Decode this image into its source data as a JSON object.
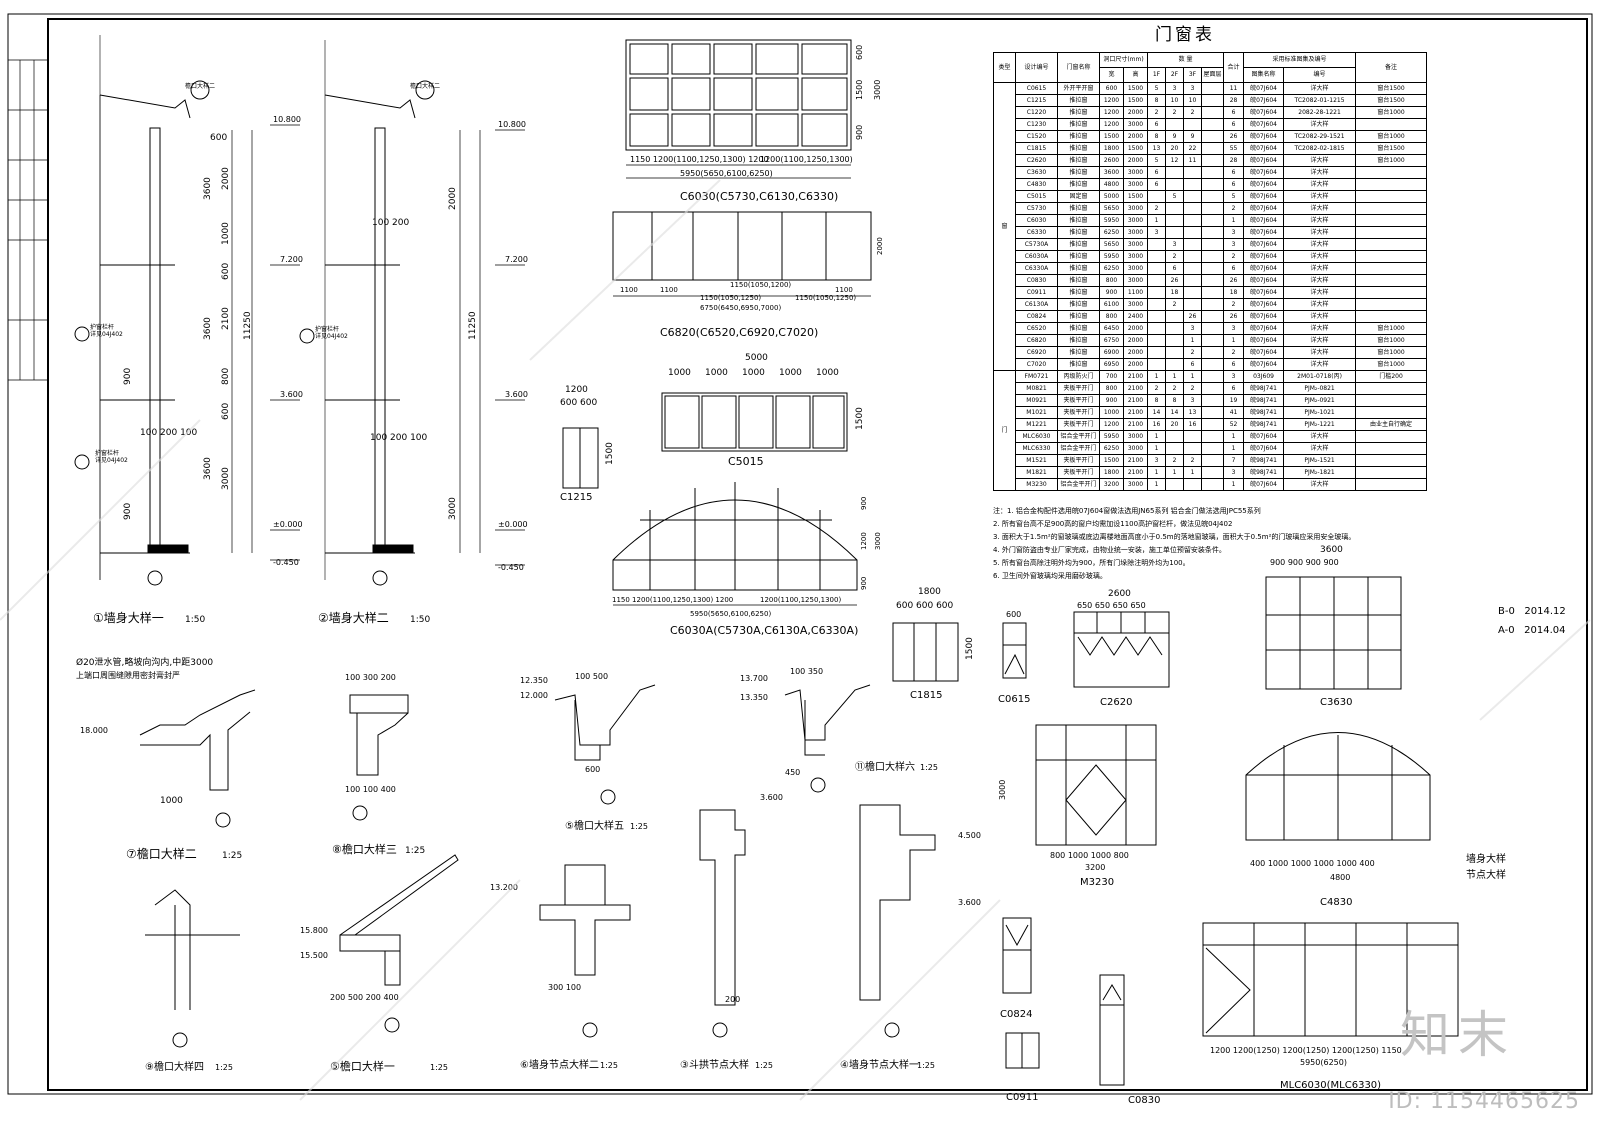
{
  "table": {
    "title": "门窗表",
    "headers": {
      "type": "类型",
      "code": "设计编号",
      "name": "门窗名称",
      "size": "洞口尺寸(mm)",
      "width": "宽",
      "height": "高",
      "qty": "数 量",
      "f1": "1F",
      "f2": "2F",
      "f3": "3F",
      "roof": "屋面层",
      "total": "合计",
      "std": "采用标准图集及编号",
      "atlas": "图集名称",
      "num": "编号",
      "remark": "备注"
    },
    "groups": {
      "window": "窗",
      "door": "门"
    },
    "window_rows": [
      [
        "C0615",
        "外开平开窗",
        "600",
        "1500",
        "5",
        "3",
        "3",
        "",
        "11",
        "皖07J604",
        "详大样",
        "窗台1500"
      ],
      [
        "C1215",
        "推拉窗",
        "1200",
        "1500",
        "8",
        "10",
        "10",
        "",
        "28",
        "皖07J604",
        "TC2082-01-1215",
        "窗台1500"
      ],
      [
        "C1220",
        "推拉窗",
        "1200",
        "2000",
        "2",
        "2",
        "2",
        "",
        "6",
        "皖07J604",
        "2082-28-1221",
        "窗台1000"
      ],
      [
        "C1230",
        "推拉窗",
        "1200",
        "3000",
        "6",
        "",
        "",
        "",
        "6",
        "皖07J604",
        "详大样",
        ""
      ],
      [
        "C1520",
        "推拉窗",
        "1500",
        "2000",
        "8",
        "9",
        "9",
        "",
        "26",
        "皖07J604",
        "TC2082-29-1521",
        "窗台1000"
      ],
      [
        "C1815",
        "推拉窗",
        "1800",
        "1500",
        "13",
        "20",
        "22",
        "",
        "55",
        "皖07J604",
        "TC2082-02-1815",
        "窗台1500"
      ],
      [
        "C2620",
        "推拉窗",
        "2600",
        "2000",
        "5",
        "12",
        "11",
        "",
        "28",
        "皖07J604",
        "详大样",
        "窗台1000"
      ],
      [
        "C3630",
        "推拉窗",
        "3600",
        "3000",
        "6",
        "",
        "",
        "",
        "6",
        "皖07J604",
        "详大样",
        ""
      ],
      [
        "C4830",
        "推拉窗",
        "4800",
        "3000",
        "6",
        "",
        "",
        "",
        "6",
        "皖07J604",
        "详大样",
        ""
      ],
      [
        "C5015",
        "固定窗",
        "5000",
        "1500",
        "",
        "5",
        "",
        "",
        "5",
        "皖07J604",
        "详大样",
        ""
      ],
      [
        "C5730",
        "推拉窗",
        "5650",
        "3000",
        "2",
        "",
        "",
        "",
        "2",
        "皖07J604",
        "详大样",
        ""
      ],
      [
        "C6030",
        "推拉窗",
        "5950",
        "3000",
        "1",
        "",
        "",
        "",
        "1",
        "皖07J604",
        "详大样",
        ""
      ],
      [
        "C6330",
        "推拉窗",
        "6250",
        "3000",
        "3",
        "",
        "",
        "",
        "3",
        "皖07J604",
        "详大样",
        ""
      ],
      [
        "C5730A",
        "推拉窗",
        "5650",
        "3000",
        "",
        "3",
        "",
        "",
        "3",
        "皖07J604",
        "详大样",
        ""
      ],
      [
        "C6030A",
        "推拉窗",
        "5950",
        "3000",
        "",
        "2",
        "",
        "",
        "2",
        "皖07J604",
        "详大样",
        ""
      ],
      [
        "C6330A",
        "推拉窗",
        "6250",
        "3000",
        "",
        "6",
        "",
        "",
        "6",
        "皖07J604",
        "详大样",
        ""
      ],
      [
        "C0830",
        "推拉窗",
        "800",
        "3000",
        "",
        "26",
        "",
        "",
        "26",
        "皖07J604",
        "详大样",
        ""
      ],
      [
        "C0911",
        "推拉窗",
        "900",
        "1100",
        "",
        "18",
        "",
        "",
        "18",
        "皖07J604",
        "详大样",
        ""
      ],
      [
        "C6130A",
        "推拉窗",
        "6100",
        "3000",
        "",
        "2",
        "",
        "",
        "2",
        "皖07J604",
        "详大样",
        ""
      ],
      [
        "C0824",
        "推拉窗",
        "800",
        "2400",
        "",
        "",
        "26",
        "",
        "26",
        "皖07J604",
        "详大样",
        ""
      ],
      [
        "C6520",
        "推拉窗",
        "6450",
        "2000",
        "",
        "",
        "3",
        "",
        "3",
        "皖07J604",
        "详大样",
        "窗台1000"
      ],
      [
        "C6820",
        "推拉窗",
        "6750",
        "2000",
        "",
        "",
        "1",
        "",
        "1",
        "皖07J604",
        "详大样",
        "窗台1000"
      ],
      [
        "C6920",
        "推拉窗",
        "6900",
        "2000",
        "",
        "",
        "2",
        "",
        "2",
        "皖07J604",
        "详大样",
        "窗台1000"
      ],
      [
        "C7020",
        "推拉窗",
        "6950",
        "2000",
        "",
        "",
        "6",
        "",
        "6",
        "皖07J604",
        "详大样",
        "窗台1000"
      ]
    ],
    "door_rows": [
      [
        "FM0721",
        "丙级防火门",
        "700",
        "2100",
        "1",
        "1",
        "1",
        "",
        "3",
        "03J609",
        "2M01-0718(丙)",
        "门槛200"
      ],
      [
        "M0821",
        "夹板平开门",
        "800",
        "2100",
        "2",
        "2",
        "2",
        "",
        "6",
        "皖98J741",
        "PJM₂-0821",
        ""
      ],
      [
        "M0921",
        "夹板平开门",
        "900",
        "2100",
        "8",
        "8",
        "3",
        "",
        "19",
        "皖98J741",
        "PJM₂-0921",
        ""
      ],
      [
        "M1021",
        "夹板平开门",
        "1000",
        "2100",
        "14",
        "14",
        "13",
        "",
        "41",
        "皖98J741",
        "PJM₂-1021",
        ""
      ],
      [
        "M1221",
        "夹板平开门",
        "1200",
        "2100",
        "16",
        "20",
        "16",
        "",
        "52",
        "皖98J741",
        "PJM₂-1221",
        "由业主自行确定"
      ],
      [
        "MLC6030",
        "铝合金平开门",
        "5950",
        "3000",
        "1",
        "",
        "",
        "",
        "1",
        "皖07J604",
        "详大样",
        ""
      ],
      [
        "MLC6330",
        "铝合金平开门",
        "6250",
        "3000",
        "1",
        "",
        "",
        "",
        "1",
        "皖07J604",
        "详大样",
        ""
      ],
      [
        "M1521",
        "夹板平开门",
        "1500",
        "2100",
        "3",
        "2",
        "2",
        "",
        "7",
        "皖98J741",
        "PJM₂-1521",
        ""
      ],
      [
        "M1821",
        "夹板平开门",
        "1800",
        "2100",
        "1",
        "1",
        "1",
        "",
        "3",
        "皖98J741",
        "PJM₂-1821",
        ""
      ],
      [
        "M3230",
        "铝合金平开门",
        "3200",
        "3000",
        "1",
        "",
        "",
        "",
        "1",
        "皖07J604",
        "详大样",
        ""
      ]
    ]
  },
  "notes": [
    "注：1. 铝合金构配件选用皖07J604窗做法选用JN65系列 铝合金门做法选用JPC55系列",
    "2. 所有窗台高不足900高的窗户均需加设1100高护窗栏杆，做法见皖04J402",
    "3. 面积大于1.5m²的窗玻璃或底边离楼地面高度小于0.5m的落地窗玻璃，面积大于0.5m²的门玻璃应采用安全玻璃。",
    "4. 外门窗防盗由专业厂家完成，由物业统一安装，施工单位预留安装条件。",
    "5. 所有窗台高除注明外均为900，所有门垛除注明外均为100。",
    "6. 卫生间外窗玻璃均采用磨砂玻璃。"
  ],
  "revisions": [
    "B-0   2014.12",
    "A-0   2014.04"
  ],
  "stamp_labels": [
    "墙身大样",
    "节点大样"
  ],
  "watermark_id": "ID: 1154465625",
  "watermark_logo": "知末"
}
